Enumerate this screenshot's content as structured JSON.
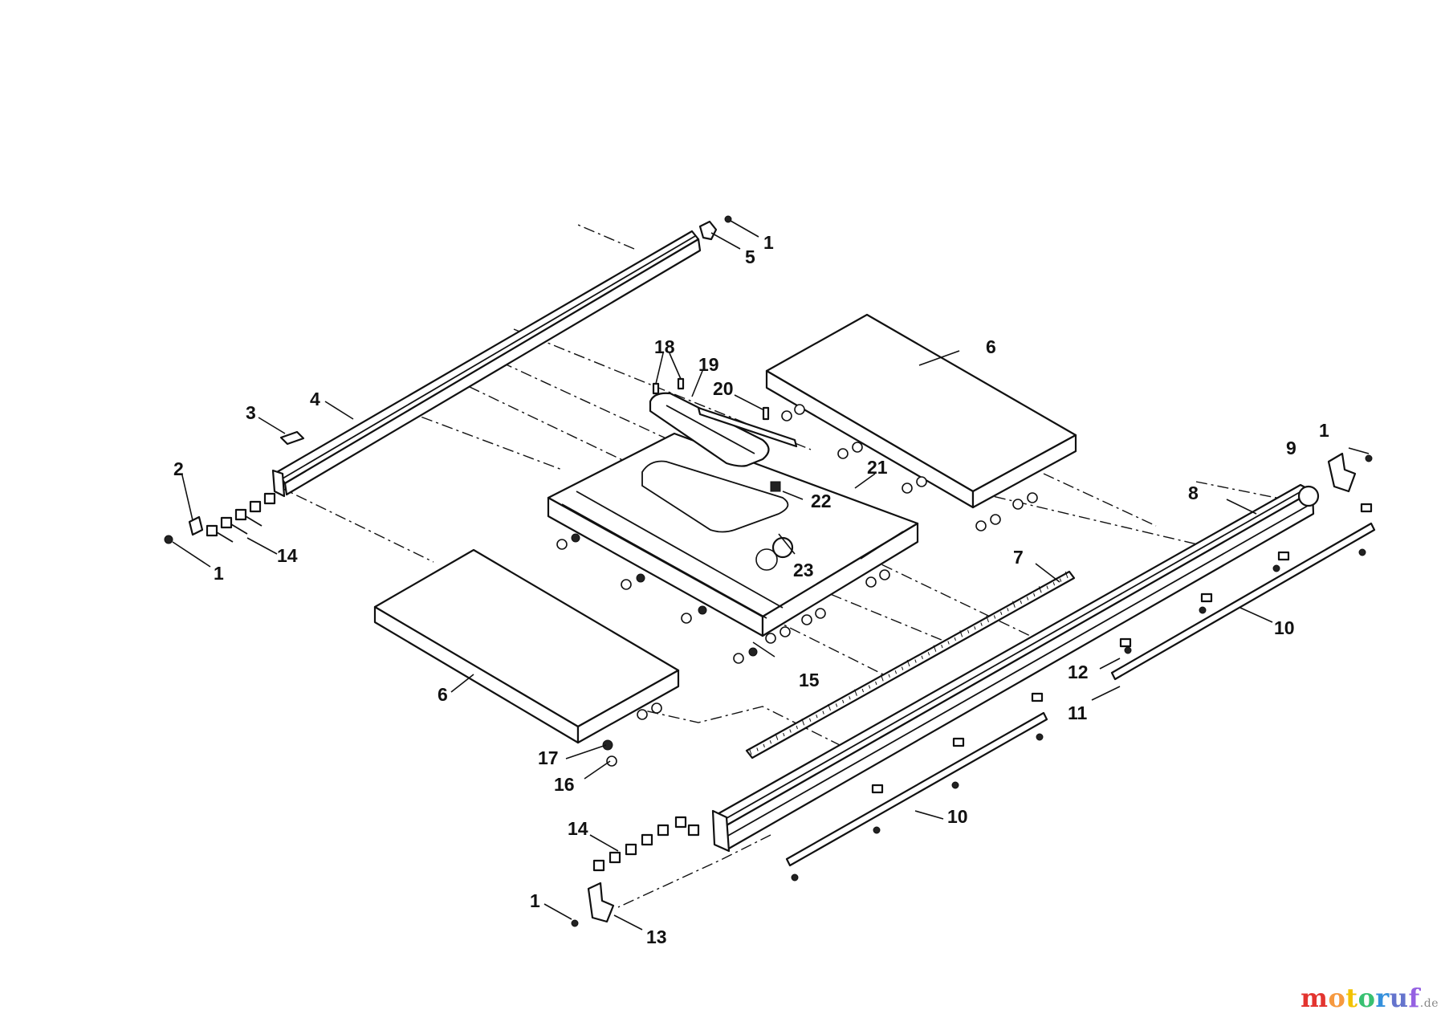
{
  "callouts": {
    "c1a": "1",
    "c5": "5",
    "c18": "18",
    "c19": "19",
    "c20": "20",
    "c6a": "6",
    "c3": "3",
    "c4": "4",
    "c2": "2",
    "c14a": "14",
    "c1b": "1",
    "c21": "21",
    "c22": "22",
    "c23": "23",
    "c1c": "1",
    "c9": "9",
    "c8": "8",
    "c7": "7",
    "c10a": "10",
    "c12": "12",
    "c11": "11",
    "c15": "15",
    "c6b": "6",
    "c17": "17",
    "c16": "16",
    "c10b": "10",
    "c14b": "14",
    "c1d": "1",
    "c13": "13"
  },
  "watermark": {
    "letters": [
      "m",
      "o",
      "t",
      "o",
      "r",
      "u",
      "f"
    ],
    "colors": [
      "#e3342f",
      "#f6993f",
      "#f2c200",
      "#38c172",
      "#3490dc",
      "#6574cd",
      "#9561e2"
    ],
    "suffix": ".de"
  }
}
